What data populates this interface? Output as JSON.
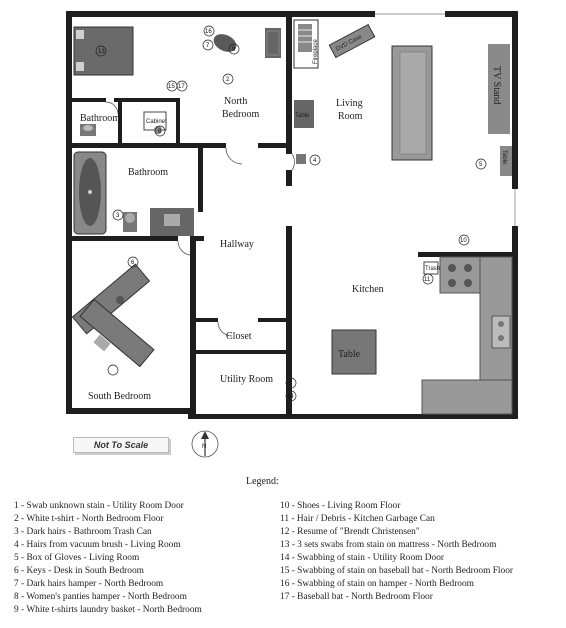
{
  "rooms": {
    "north_bedroom": [
      "North",
      "Bedroom"
    ],
    "living_room": [
      "Living",
      "Room"
    ],
    "bathroom_small": "Bathroom",
    "bathroom_main": "Bathroom",
    "hallway": "Hallway",
    "kitchen": "Kitchen",
    "closet": "Closet",
    "utility_room": "Utility Room",
    "south_bedroom": "South Bedroom"
  },
  "furniture": {
    "fireplace": "Fireplace",
    "dvd_case": "DVD Case",
    "tv_stand": "TV Stand",
    "table": "Table",
    "table_small": "Table",
    "cabinet": "Cabinet",
    "bathroom": "Bathroom",
    "trash": "Trash"
  },
  "markers": {
    "m1": "1",
    "m2": "2",
    "m3": "3",
    "m4": "4",
    "m5": "5",
    "m6": "6",
    "m7": "7",
    "m8": "8",
    "m9": "9",
    "m10": "10",
    "m11": "11",
    "m13": "13",
    "m14": "14",
    "m15": "15",
    "m16": "16",
    "m17": "17"
  },
  "scale_note": "Not To Scale",
  "compass_letter": "N",
  "legend": {
    "title": "Legend:",
    "left": [
      "1 - Swab unknown stain - Utility Room Door",
      "2 - White t-shirt - North Bedroom Floor",
      "3 - Dark hairs - Bathroom Trash Can",
      "4 - Hairs from vacuum brush - Living Room",
      "5 - Box of Gloves - Living Room",
      "6 - Keys - Desk in South Bedroom",
      "7 - Dark hairs hamper - North Bedroom",
      "8 - Women's panties hamper - North Bedroom",
      "9 - White t-shirts laundry basket - North Bedroom"
    ],
    "right": [
      "10 - Shoes - Living Room Floor",
      "11 - Hair / Debris - Kitchen Garbage Can",
      "12 - Resume of \"Brendt Christensen\"",
      "13 - 3 sets swabs from stain on mattress - North Bedroom",
      "14 - Swabbing of stain - Utility Room Door",
      "15 - Swabbing of stain on baseball bat - North Bedroom Floor",
      "16 - Swabbing of stain on hamper - North Bedroom",
      "17 - Baseball bat - North Bedroom Floor"
    ]
  }
}
